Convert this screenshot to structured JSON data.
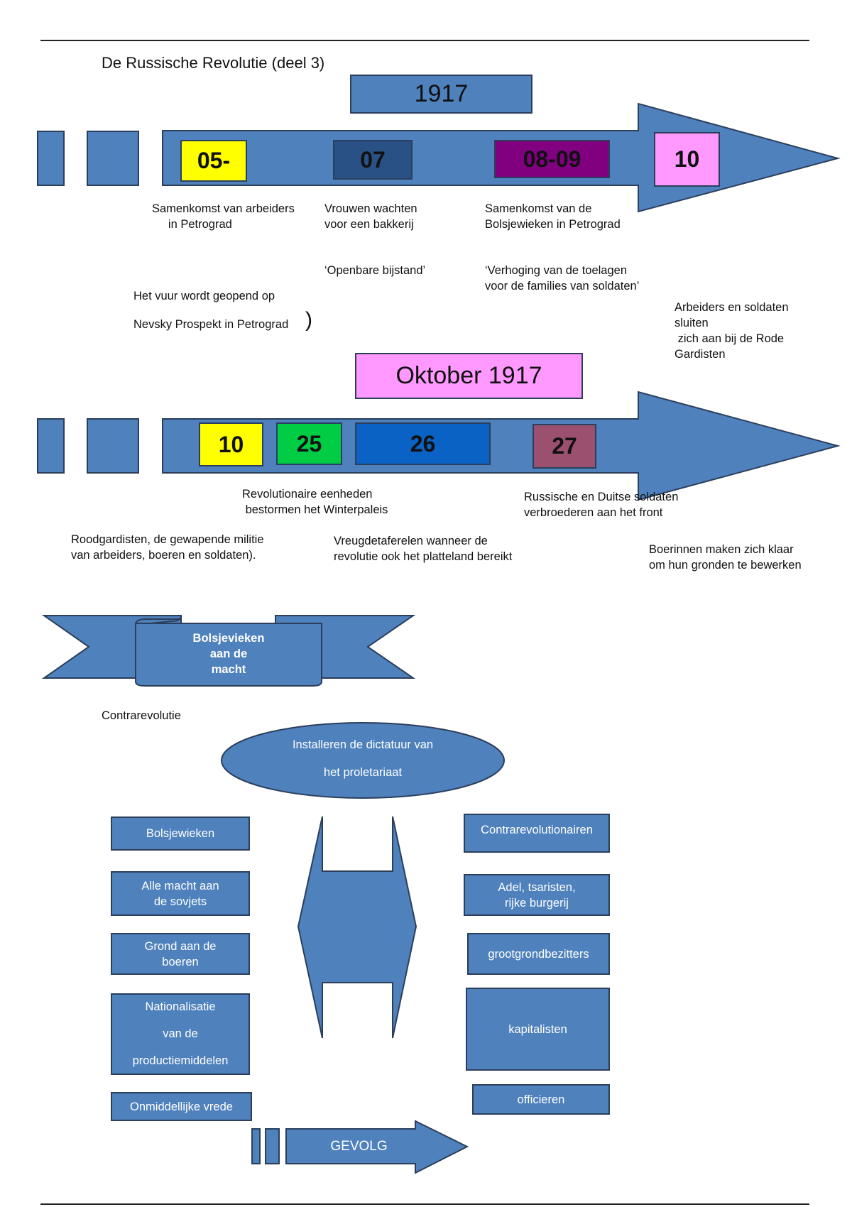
{
  "title": "De Russische Revolutie (deel 3)",
  "timeline1": {
    "year_label": "1917",
    "dates": [
      {
        "label": "05-",
        "color": "#ffff00"
      },
      {
        "label": "07",
        "color": "#2a5185"
      },
      {
        "label": "08-09",
        "color": "#800080"
      },
      {
        "label": "10",
        "color": "#ff99ff"
      }
    ],
    "notes": {
      "n1": "Samenkomst van arbeiders\n     in Petrograd",
      "n2": "Vrouwen wachten\nvoor een bakkerij",
      "n3": "Samenkomst van de\nBolsjewieken in Petrograd",
      "n4": "‘Openbare bijstand’",
      "n5": "‘Verhoging van de toelagen\nvoor de families van soldaten’",
      "n6a": "Het vuur wordt geopend op",
      "n6b": "Nevsky Prospekt in Petrograd",
      "n6c": ")",
      "n7": "Arbeiders en soldaten\nsluiten\n zich aan bij de Rode\nGardisten"
    }
  },
  "timeline2": {
    "month_label": "Oktober 1917",
    "dates": [
      {
        "label": "10",
        "color": "#ffff00"
      },
      {
        "label": "25",
        "color": "#00cc44"
      },
      {
        "label": "26",
        "color": "#0a62c4"
      },
      {
        "label": "27",
        "color": "#9c5070"
      }
    ],
    "notes": {
      "n1": "Revolutionaire eenheden\n bestormen het Winterpaleis",
      "n2": "Russische en Duitse soldaten\nverbroederen aan het front",
      "n3": "Roodgardisten, de gewapende militie\nvan arbeiders, boeren en soldaten).",
      "n4": "Vreugdetaferelen wanneer de\nrevolutie ook het platteland bereikt",
      "n5": "Boerinnen maken zich klaar\nom hun gronden te bewerken"
    }
  },
  "banner": "Bolsjevieken\naan de\nmacht",
  "contra_label": "Contrarevolutie",
  "ellipse": {
    "line1": "Installeren de dictatuur van",
    "line2": "het proletariaat"
  },
  "left_boxes": [
    "Bolsjewieken",
    "Alle macht aan\nde sovjets",
    "Grond aan de\nboeren",
    "Nationalisatie\n\nvan de\n\nproductiemiddelen",
    "Onmiddellijke vrede"
  ],
  "right_boxes": [
    "Contrarevolutionairen",
    "Adel, tsaristen,\nrijke burgerij",
    "grootgrondbezitters",
    "kapitalisten",
    "officieren"
  ],
  "gevolg": "GEVOLG",
  "colors": {
    "shape_blue": "#4f81bd",
    "outline": "#2b3f5c"
  }
}
